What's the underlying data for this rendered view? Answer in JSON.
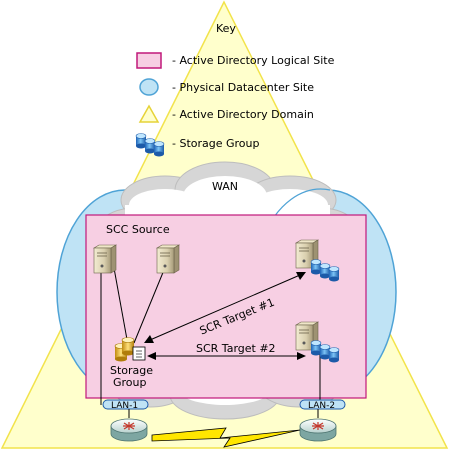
{
  "key": {
    "title": "Key",
    "entries": [
      {
        "icon": "logical-site-swatch",
        "label": "- Active Directory Logical Site"
      },
      {
        "icon": "datacenter-site-swatch",
        "label": "- Physical Datacenter Site"
      },
      {
        "icon": "domain-swatch",
        "label": "- Active Directory Domain"
      },
      {
        "icon": "storage-group-icon",
        "label": "- Storage Group"
      }
    ]
  },
  "wan_label": "WAN",
  "scc_source_label": "SCC Source",
  "storage_group_label_line1": "Storage",
  "storage_group_label_line2": "Group",
  "scr_target_1_label": "SCR Target #1",
  "scr_target_2_label": "SCR Target #2",
  "lan1_label": "LAN-1",
  "lan2_label": "LAN-2",
  "colors": {
    "domain_fill": "#FFFFCC",
    "domain_stroke": "#F2E34C",
    "logical_site_fill": "#F7CFE3",
    "logical_site_stroke": "#C0187A",
    "datacenter_fill": "#BFE3F5",
    "datacenter_stroke": "#4FA3D6",
    "wan_cloud_fill": "#D9D9D9",
    "lightning": "#FFE600"
  }
}
